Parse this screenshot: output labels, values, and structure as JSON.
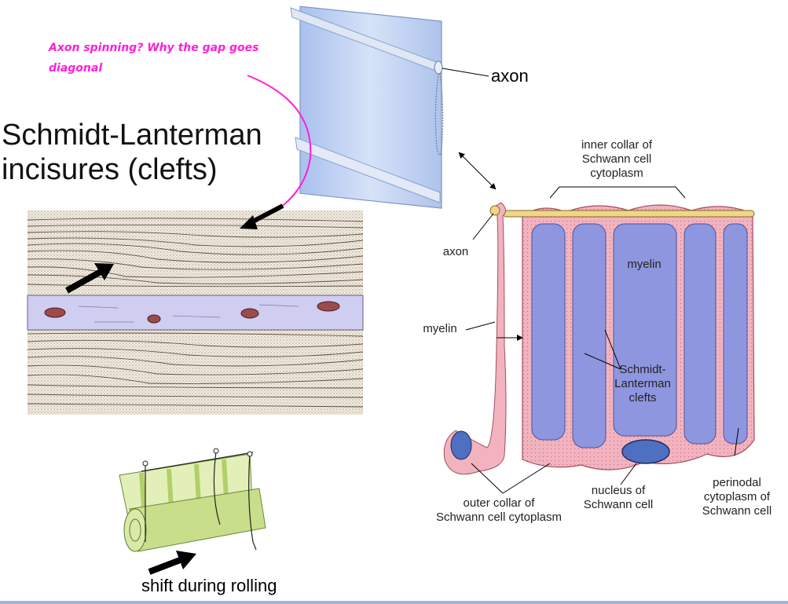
{
  "note": {
    "line1": "Axon spinning? Why the gap goes",
    "line2": "diagonal"
  },
  "title": {
    "line1": "Schmidt-Lanterman",
    "line2": "incisures (clefts)"
  },
  "labels": {
    "axon_blind": "axon",
    "inner_collar": [
      "inner collar of",
      "Schwann cell",
      "cytoplasm"
    ],
    "axon_diagram": "axon",
    "myelin_inner": "myelin",
    "myelin_outer": "myelin",
    "clefts": [
      "Schmidt-",
      "Lanterman",
      "clefts"
    ],
    "outer_collar": [
      "outer collar of",
      "Schwann cell cytoplasm"
    ],
    "nucleus": [
      "nucleus of",
      "Schwann cell"
    ],
    "perinodal": [
      "perinodal",
      "cytoplasm of",
      "Schwann cell"
    ],
    "shift": "shift during rolling"
  },
  "colors": {
    "annotation": "#ff1fd8",
    "myelin_blue": "#8f96e0",
    "cytoplasm_pink": "#f2b3bf",
    "axon_band": "#c9c8ee",
    "blind_blue": "#bcd0f2",
    "green_mat": "#c9de8a"
  }
}
